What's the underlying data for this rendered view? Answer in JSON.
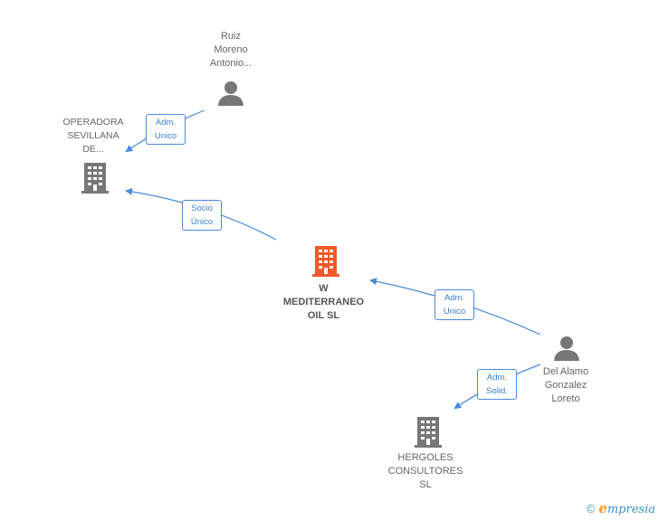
{
  "nodes": {
    "ruiz": {
      "label": "Ruiz\nMoreno\nAntonio..."
    },
    "operadora": {
      "label": "OPERADORA\nSEVILLANA\nDE..."
    },
    "main": {
      "label": "W\nMEDITERRANEO\nOIL  SL"
    },
    "delalamo": {
      "label": "Del Alamo\nGonzalez\nLoreto"
    },
    "hergoles": {
      "label": "HERGOLES\nCONSULTORES\nSL"
    }
  },
  "edges": {
    "ruiz_operadora": {
      "line1": "Adm.",
      "line2": "Unico"
    },
    "main_operadora": {
      "line1": "Socio",
      "line2": "Único"
    },
    "delalamo_main": {
      "line1": "Adm.",
      "line2": "Unico"
    },
    "delalamo_hergoles": {
      "line1": "Adm.",
      "line2": "Solid."
    }
  },
  "footer": {
    "copyright_symbol": "©",
    "brand_initial": "e",
    "brand_rest": "mpresia"
  },
  "colors": {
    "edge": "#4a8ad8",
    "building": "#777777",
    "main_building": "#f05a28",
    "person": "#777777"
  }
}
